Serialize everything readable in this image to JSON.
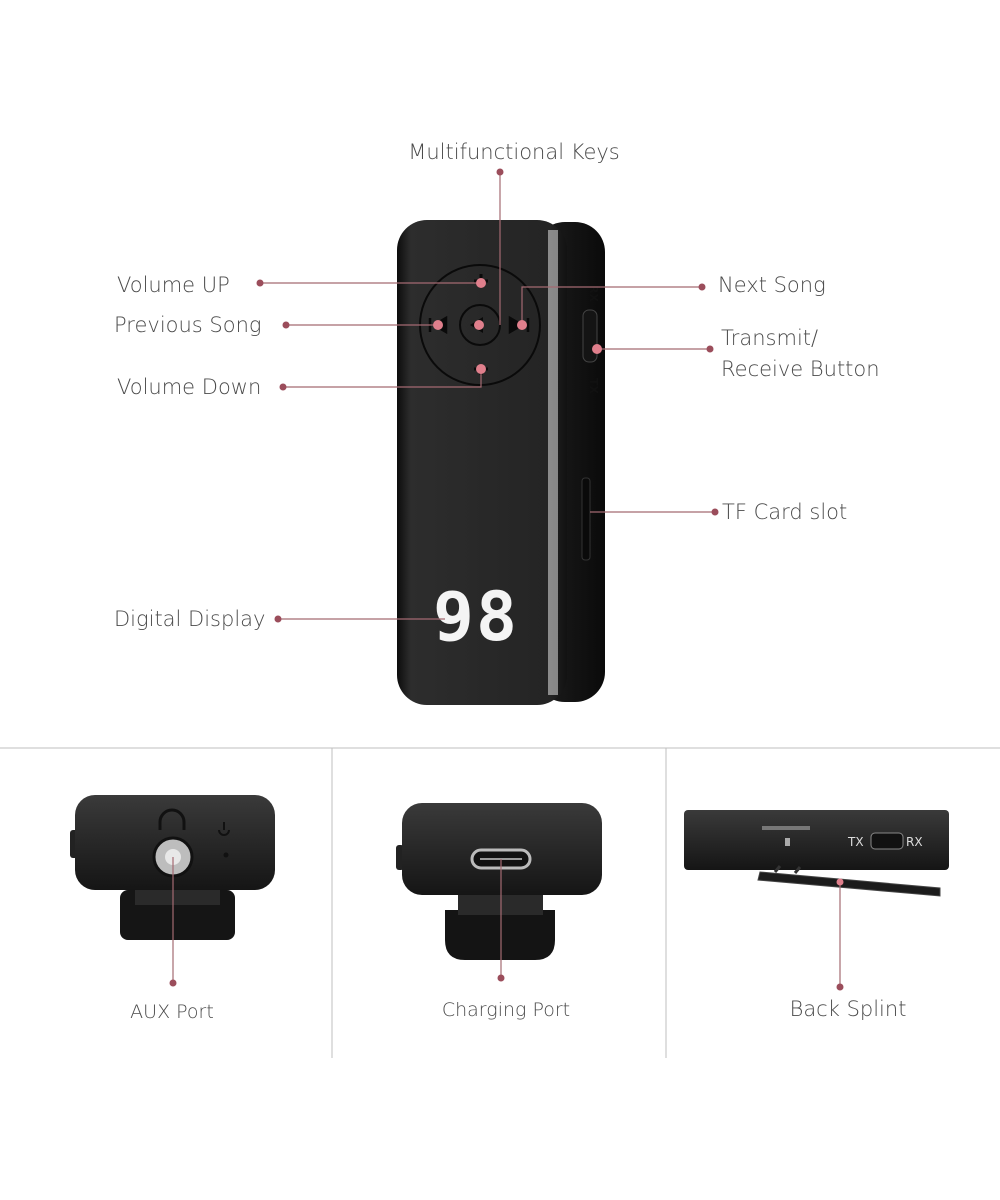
{
  "callouts": {
    "multifunctional_keys": "Multifunctional Keys",
    "volume_up": "Volume UP",
    "previous_song": "Previous Song",
    "volume_down": "Volume Down",
    "next_song": "Next Song",
    "transmit_line1": "Transmit/",
    "transmit_line2": "Receive Button",
    "tf_card_slot": "TF Card slot",
    "digital_display": "Digital Display"
  },
  "device": {
    "display_value": "98",
    "side_label_rx": "RX",
    "side_label_tx": "TX"
  },
  "panels": [
    {
      "label": "AUX Port"
    },
    {
      "label": "Charging Port"
    },
    {
      "label": "Back Splint",
      "switch_tx": "TX",
      "switch_rx": "RX"
    }
  ],
  "colors": {
    "leader": "#a46a72",
    "dot": "#9b4d5b",
    "device": "#1f1f1f",
    "text": "#4a4a4a"
  }
}
